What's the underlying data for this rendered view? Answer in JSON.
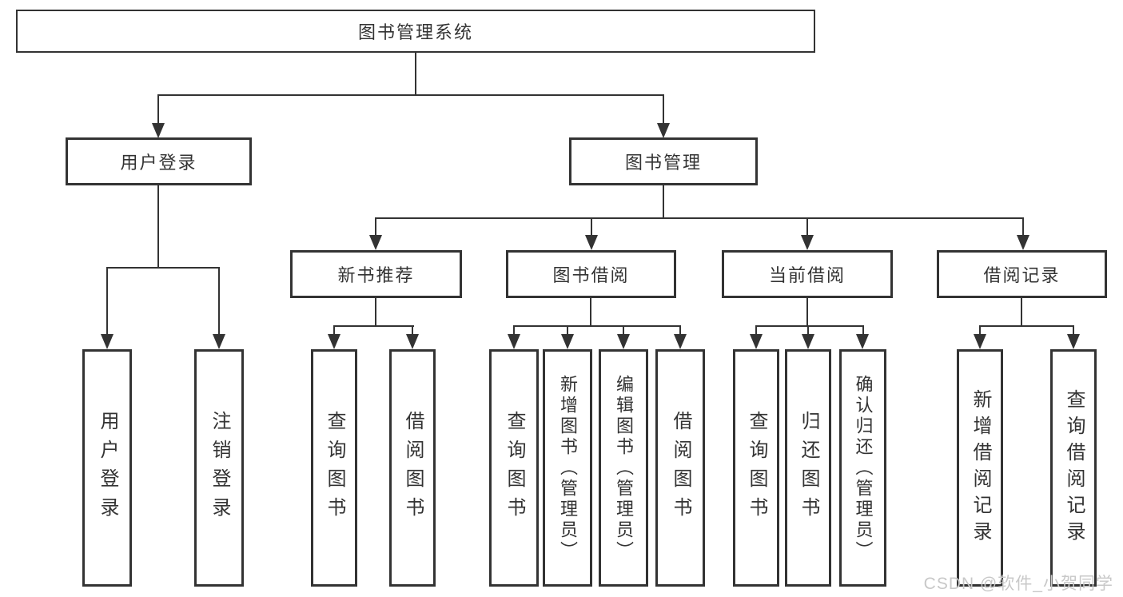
{
  "diagram_title": "图书管理系统",
  "nodes": {
    "root": {
      "label": "图书管理系统"
    },
    "user_login": {
      "label": "用户登录"
    },
    "book_mgmt": {
      "label": "图书管理"
    },
    "new_book_rec": {
      "label": "新书推荐"
    },
    "book_borrow": {
      "label": "图书借阅"
    },
    "current_borrow": {
      "label": "当前借阅"
    },
    "borrow_records": {
      "label": "借阅记录"
    },
    "leaf_user_login": {
      "label": "用户登录"
    },
    "leaf_logout": {
      "label": "注销登录"
    },
    "leaf_nb_query_book": {
      "label": "查询图书"
    },
    "leaf_nb_borrow_book": {
      "label": "借阅图书"
    },
    "leaf_bb_query_book": {
      "label": "查询图书"
    },
    "leaf_bb_add_book": {
      "label": "新增图书（管理员）"
    },
    "leaf_bb_edit_book": {
      "label": "编辑图书（管理员）"
    },
    "leaf_bb_borrow_book": {
      "label": "借阅图书"
    },
    "leaf_cb_query_book": {
      "label": "查询图书"
    },
    "leaf_cb_return_book": {
      "label": "归还图书"
    },
    "leaf_cb_confirm_return": {
      "label": "确认归还（管理员）"
    },
    "leaf_br_add_record": {
      "label": "新增借阅记录"
    },
    "leaf_br_query_record": {
      "label": "查询借阅记录"
    }
  },
  "watermark": "CSDN @软件_小贺同学",
  "colors": {
    "line": "#333333",
    "text": "#333333",
    "background": "#ffffff",
    "watermark": "#c8c8c8"
  }
}
